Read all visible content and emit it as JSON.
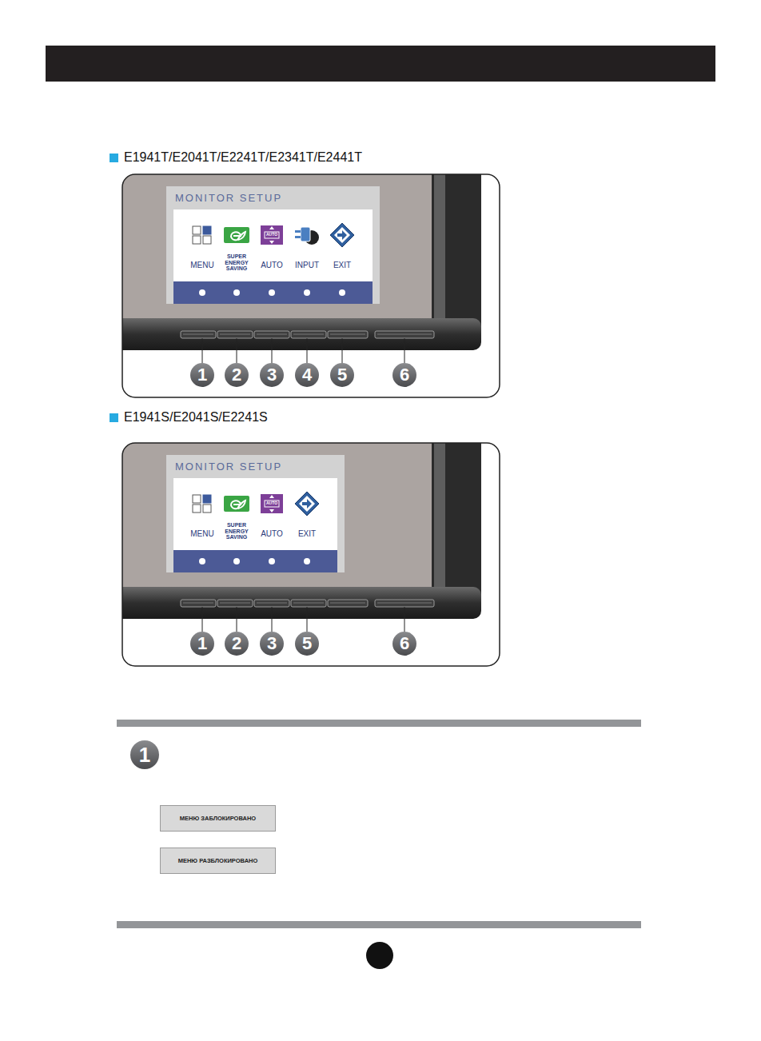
{
  "diagram": {
    "nodes": [
      {
        "text": [
          "MONITOR SETUP"
        ]
      },
      {
        "text": [
          "MONITOR SETUP"
        ]
      },
      {
        "text": [
          "МЕНЮ ЗАБЛОКИРОВАНО"
        ]
      },
      {
        "text": [
          "МЕНЮ РАЗБЛОКИРОВАНО"
        ]
      }
    ],
    "labels": [
      "E1941T/E2041T/E2241T/E2341T/E2441T",
      "MENU",
      "SUPER ENERGY SAVING",
      "AUTO",
      "AUTO",
      "INPUT",
      "EXIT",
      "1",
      "2",
      "3",
      "4",
      "5",
      "6",
      "E1941S/E2041S/E2241S",
      "MENU",
      "SUPER ENERGY SAVING",
      "AUTO",
      "AUTO",
      "EXIT",
      "1",
      "2",
      "3",
      "5",
      "6",
      "1"
    ]
  }
}
